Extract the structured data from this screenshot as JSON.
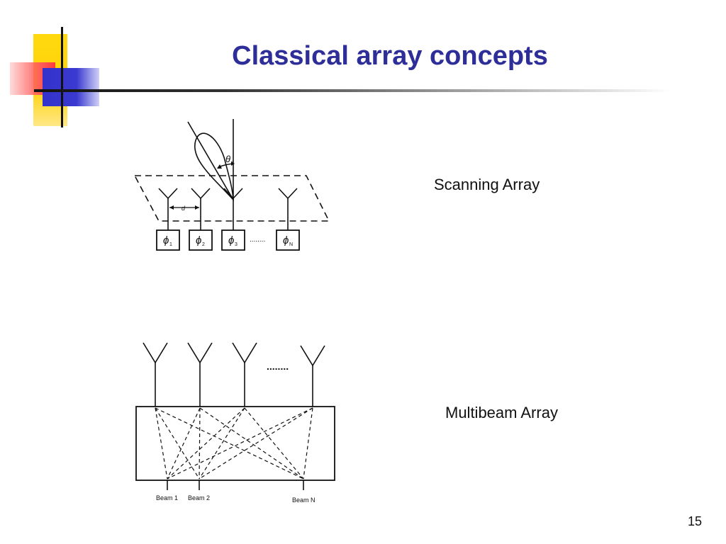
{
  "slide": {
    "title": "Classical array concepts",
    "page_number": "15"
  },
  "scanning_array": {
    "label": "Scanning Array",
    "theta_symbol": "θ",
    "theta_sub": "s",
    "spacing_symbol": "d",
    "dots": "........",
    "phase_shifters": [
      {
        "symbol": "ϕ",
        "sub": "1"
      },
      {
        "symbol": "ϕ",
        "sub": "2"
      },
      {
        "symbol": "ϕ",
        "sub": "3"
      },
      {
        "symbol": "ϕ",
        "sub": "N"
      }
    ]
  },
  "multibeam_array": {
    "label": "Multibeam Array",
    "dots": "........",
    "beams": [
      "Beam 1",
      "Beam 2",
      "Beam N"
    ]
  },
  "colors": {
    "title": "#2e2e99",
    "deco_yellow": "#ffd700",
    "deco_red": "#ff5a5a",
    "deco_blue": "#3333cc"
  }
}
